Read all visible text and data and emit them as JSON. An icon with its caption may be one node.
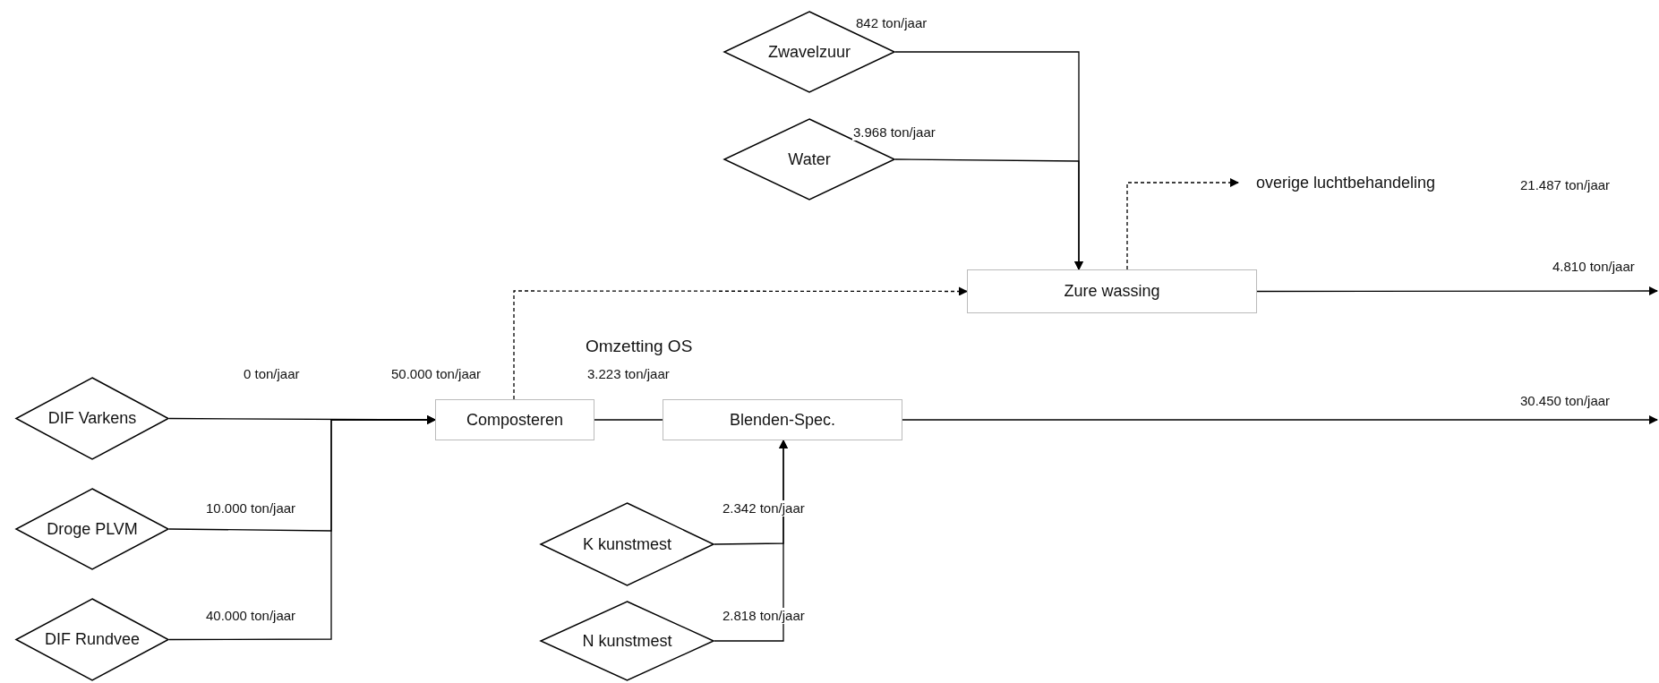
{
  "diagram": {
    "nodes": [
      {
        "text": [
          "Zwavelzuur"
        ]
      },
      {
        "text": [
          "Water"
        ]
      },
      {
        "text": [
          "DIF Varkens"
        ]
      },
      {
        "text": [
          "Droge PLVM"
        ]
      },
      {
        "text": [
          "DIF Rundvee"
        ]
      },
      {
        "text": [
          "Composteren"
        ],
        "beside": [
          "50.000 ton/jaar"
        ]
      },
      {
        "text": [
          "Blenden-Spec."
        ]
      },
      {
        "text": [
          "K kunstmest"
        ]
      },
      {
        "text": [
          "N kunstmest"
        ]
      },
      {
        "text": [
          "Zure wassing"
        ]
      },
      {
        "text": [
          "overige luchtbehandeling"
        ]
      }
    ],
    "edges": [
      {
        "from": 0,
        "to": 9,
        "arrow": "to",
        "label": "842 ton/jaar"
      },
      {
        "from": 1,
        "to": 9,
        "arrow": "to",
        "label": "3.968 ton/jaar"
      },
      {
        "from": 2,
        "to": 5,
        "arrow": "to",
        "label": "0 ton/jaar"
      },
      {
        "from": 3,
        "to": 5,
        "arrow": "to",
        "label": "10.000 ton/jaar"
      },
      {
        "from": 4,
        "to": 5,
        "arrow": "to",
        "label": "40.000 ton/jaar"
      },
      {
        "from": 5,
        "to": 9,
        "arrow": "to",
        "style": "dashed"
      },
      {
        "from": 5,
        "to": 6,
        "arrow": "none"
      },
      {
        "from": 7,
        "to": 6,
        "arrow": "to",
        "label": "2.342 ton/jaar"
      },
      {
        "from": 8,
        "to": 6,
        "arrow": "to",
        "label": "2.818 ton/jaar"
      },
      {
        "from": 9,
        "to": 10,
        "arrow": "to",
        "style": "dashed"
      },
      {
        "from": 9,
        "to": null,
        "arrow": "to",
        "label": "4.810 ton/jaar"
      },
      {
        "from": 6,
        "to": null,
        "arrow": "to",
        "label": "30.450 ton/jaar"
      }
    ],
    "labels": [
      "21.487 ton/jaar",
      "Omzetting OS",
      "3.223 ton/jaar"
    ]
  }
}
